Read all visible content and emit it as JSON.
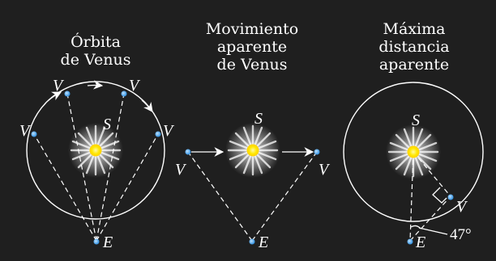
{
  "panels": [
    {
      "title_lines": [
        "Órbita",
        "de Venus"
      ]
    },
    {
      "title_lines": [
        "Movimiento",
        "aparente",
        "de Venus"
      ]
    },
    {
      "title_lines": [
        "Máxima",
        "distancia",
        "aparente"
      ]
    }
  ],
  "labels": {
    "sun": "S",
    "venus": "V",
    "earth": "E"
  },
  "angle_label": "47°",
  "colors": {
    "background": "#1f1f1f",
    "sun_core": "#ffe800",
    "planet": "#3f9fe8",
    "line": "#ffffff"
  }
}
